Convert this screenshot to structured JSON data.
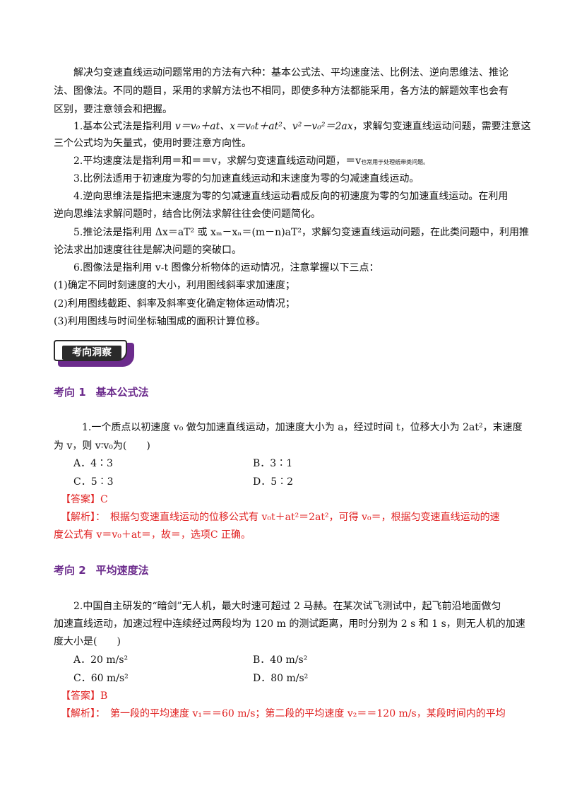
{
  "intro": {
    "p1_l1": "解决匀变速直线运动问题常用的方法有六种：基本公式法、平均速度法、比例法、逆向思维法、推论",
    "p1_l2": "法、图像法。不同的题目，采用的求解方法也不相同，即使多种方法都能采用，各方法的解题效率也会有",
    "p1_l3": "区别，要注意领会和把握。",
    "m1_a": "1.基本公式法是指利用 ",
    "m1_formula": "v＝v₀＋at、x＝v₀t＋at²、v²－v₀²＝2ax",
    "m1_b": "，求解匀变速直线运动问题，需要注意这",
    "m1_l2": "三个公式均为矢量式，使用时要注意方向性。",
    "m2_a": "2.平均速度法是指利用＝和＝＝v，求解匀变速直线运动问题，＝v",
    "m2_note": "也常用于处理纸带类问题。",
    "m3": "3.比例法适用于初速度为零的匀加速直线运动和末速度为零的匀减速直线运动。",
    "m4_l1": "4.逆向思维法是指把末速度为零的匀减速直线运动看成反向的初速度为零的匀加速直线运动。在利用",
    "m4_l2": "逆向思维法求解问题时，结合比例法求解往往会使问题简化。",
    "m5_l1": "5.推论法是指利用 Δx＝aT² 或 xₘ－xₙ＝(m－n)aT²，求解匀变速直线运动问题，在此类问题中，利用推",
    "m5_l2": "论法求出加速度往往是解决问题的突破口。",
    "m6": "6.图像法是指利用 v-t 图像分析物体的运动情况，注意掌握以下三点：",
    "m6_1": "(1)确定不同时刻速度的大小，利用图线斜率求加速度；",
    "m6_2": "(2)利用图线截距、斜率及斜率变化确定物体运动情况；",
    "m6_3": "(3)利用图线与时间坐标轴围成的面积计算位移。"
  },
  "badge": {
    "label": "考向洞察"
  },
  "sections": [
    {
      "num": "考向 1",
      "title": "基本公式法",
      "q_l1": "1.一个质点以初速度 v₀ 做匀加速直线运动，加速度大小为 a，经过时间 t，位移大小为 2at²，末速度",
      "q_l2": "为 v，则 v∶v₀为(　　)",
      "options": [
        "A．4∶3",
        "B．3∶1",
        "C．5∶3",
        "D．5∶2"
      ],
      "answer": "【答案】C",
      "analysis_tag": "【解析】：",
      "analysis_l1": "　根据匀变速直线运动的位移公式有 v₀t＋at²＝2at²，可得 v₀＝，根据匀变速直线运动的速",
      "analysis_l2": "度公式有 v＝v₀＋at＝，故＝，选项C 正确。"
    },
    {
      "num": "考向 2",
      "title": "平均速度法",
      "q_l1": "2.中国自主研发的“暗剑”无人机，最大时速可超过 2 马赫。在某次试飞测试中，起飞前沿地面做匀",
      "q_l2": "加速直线运动，加速过程中连续经过两段均为 120 m 的测试距离，用时分别为 2 s 和 1 s，则无人机的加速",
      "q_l3": "度大小是(　　)",
      "options": [
        "A．20 m/s²",
        "B．40 m/s²",
        "C．60 m/s²",
        "D．80 m/s²"
      ],
      "answer": "【答案】B",
      "analysis_tag": "【解析】：",
      "analysis_l1": "　第一段的平均速度 v₁＝＝60 m/s；第二段的平均速度 v₂＝＝120 m/s，某段时间内的平均"
    }
  ],
  "colors": {
    "heading": "#6b2b8c",
    "answer": "#e02020",
    "badge_dark": "#2a2a2a"
  }
}
